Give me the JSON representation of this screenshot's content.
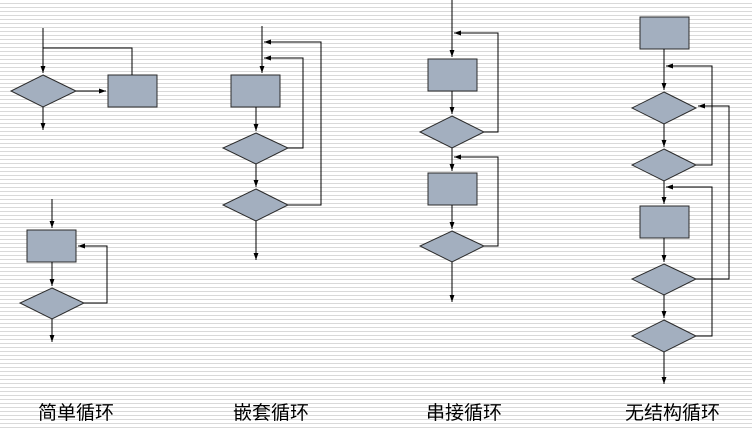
{
  "captions": {
    "simple_loop": "简单循环",
    "nested_loop": "嵌套循环",
    "serial_loop": "串接循环",
    "unstructured_loop": "无结构循环"
  },
  "colors": {
    "shape_fill": "#a3afbf",
    "line": "#000000"
  }
}
